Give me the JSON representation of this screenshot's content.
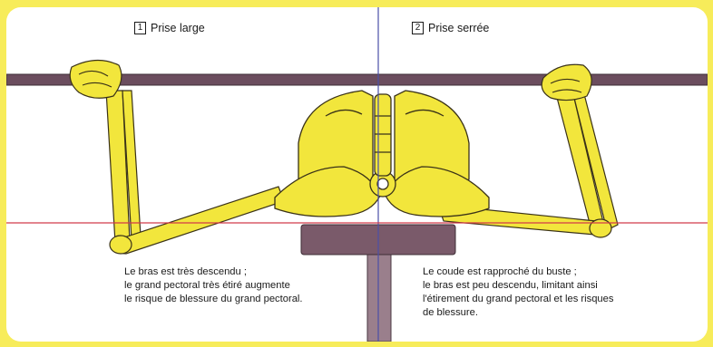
{
  "left_panel": {
    "number": "1",
    "title": "Prise large",
    "caption": [
      "Le bras est très descendu ;",
      "le grand pectoral très étiré augmente",
      "le risque de blessure du grand pectoral."
    ]
  },
  "right_panel": {
    "number": "2",
    "title": "Prise serrée",
    "caption": [
      "Le coude est rapproché du buste ;",
      "le bras est peu descendu, limitant ainsi",
      "l'étirement du grand pectoral et les risques",
      "de blessure."
    ]
  },
  "colors": {
    "background": "#f7ec5a",
    "panel": "#ffffff",
    "bar": "#6b4d5e",
    "bone": "#f2e63c",
    "bone_outline": "#3a3218",
    "divider": "#4b4fa8",
    "reference_line": "#d23a4a",
    "bench": "#7a5a6a"
  },
  "icons": [
    "skeleton-illustration",
    "barbell",
    "bench"
  ]
}
